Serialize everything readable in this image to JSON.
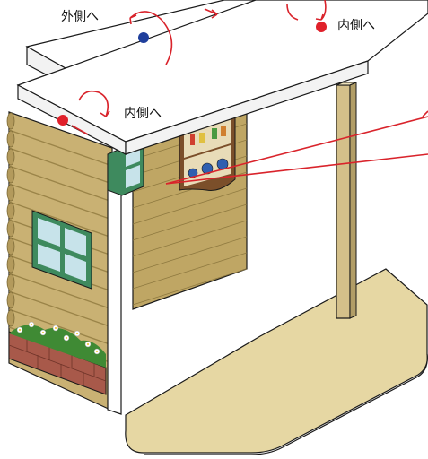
{
  "labels": {
    "outer": "外側へ",
    "inner_top": "内側へ",
    "inner_left": "内側へ"
  },
  "colors": {
    "outline": "#1a1a1a",
    "roof_panel": "#ffffff",
    "log_wall": "#c9b173",
    "log_shadow": "#9a8448",
    "plank_wall": "#bfa664",
    "floor": "#e6d7a3",
    "post": "#d4c08a",
    "window_frame": "#3e8a5e",
    "window_glass": "#c7e3ea",
    "brick": "#a8594a",
    "leaf": "#3f8a34",
    "arrow_red": "#d9232b",
    "dot_red": "#e0202a",
    "dot_blue": "#1f3f9c"
  },
  "icons": {
    "rotate_ccw": "rotate-arrow-icon",
    "shelf": "shelf-icon",
    "flowers": "flower-icon"
  }
}
